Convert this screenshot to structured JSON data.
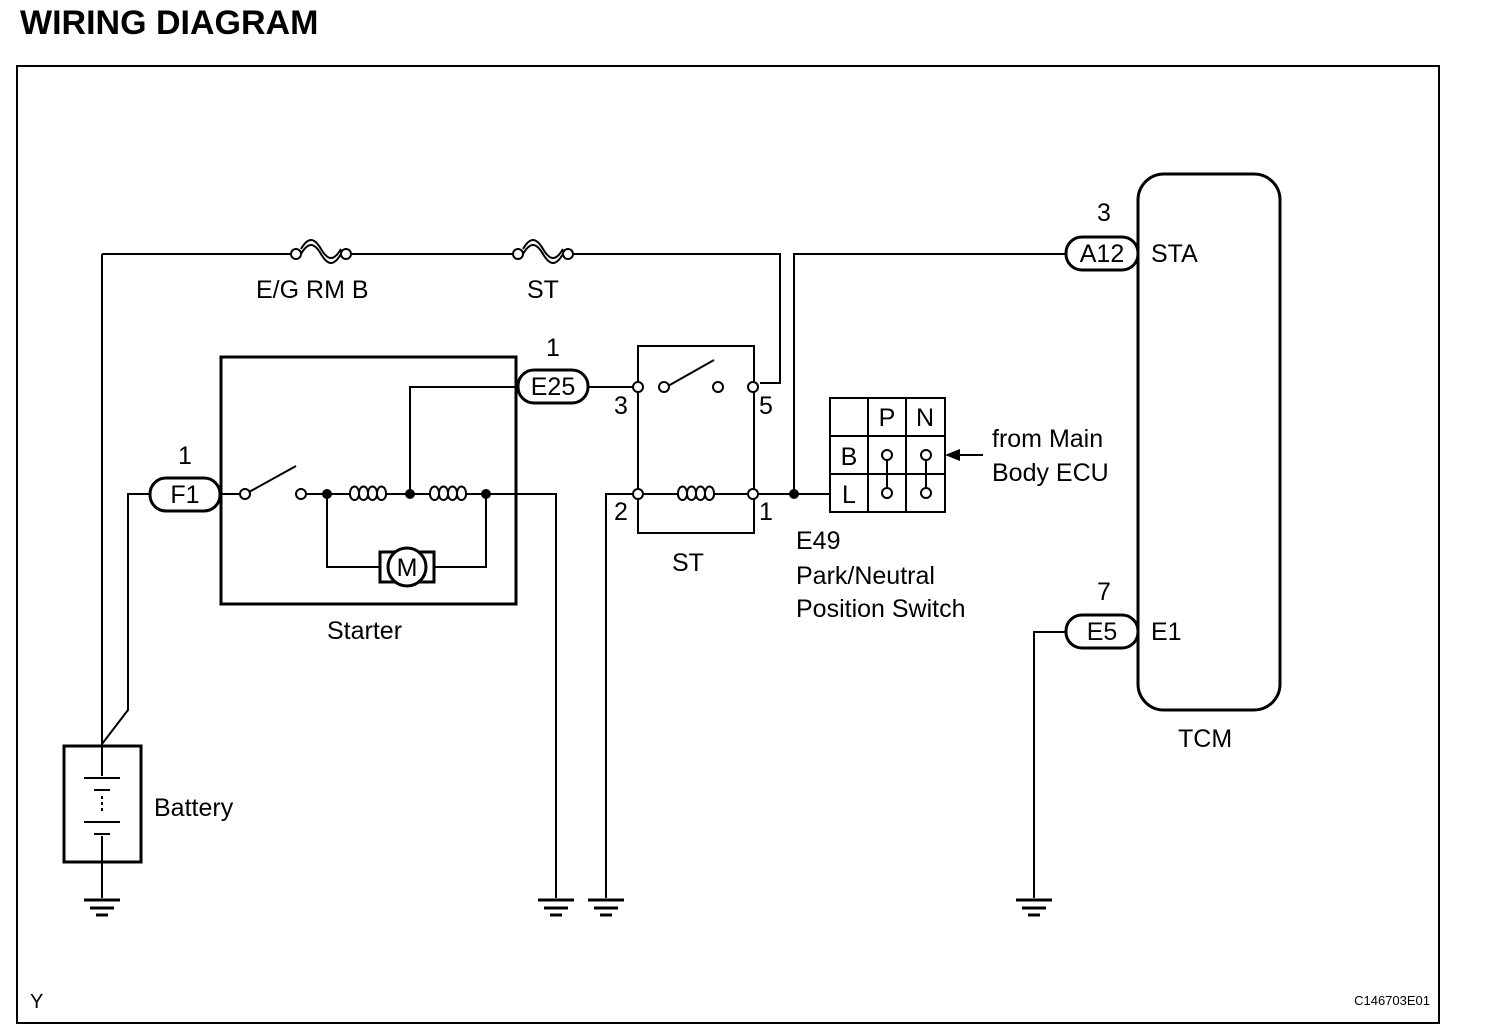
{
  "title": "WIRING DIAGRAM",
  "fuses": {
    "eg_rm_b": "E/G RM B",
    "st": "ST"
  },
  "connectors": {
    "f1": {
      "pin": "1",
      "name": "F1"
    },
    "e25": {
      "pin": "1",
      "name": "E25"
    },
    "a12": {
      "pin": "3",
      "name": "A12",
      "terminal": "STA"
    },
    "e5": {
      "pin": "7",
      "name": "E5",
      "terminal": "E1"
    }
  },
  "starter": {
    "label": "Starter",
    "motor": "M"
  },
  "relay": {
    "label": "ST",
    "pins": {
      "p3": "3",
      "p5": "5",
      "p2": "2",
      "p1": "1"
    }
  },
  "pnp_switch": {
    "code": "E49",
    "line1": "Park/Neutral",
    "line2": "Position Switch",
    "columns": [
      "P",
      "N"
    ],
    "rows": [
      "B",
      "L"
    ],
    "source_line1": "from Main",
    "source_line2": "Body ECU"
  },
  "battery": {
    "label": "Battery"
  },
  "tcm": {
    "label": "TCM"
  },
  "footer": {
    "left": "Y",
    "right": "C146703E01"
  }
}
